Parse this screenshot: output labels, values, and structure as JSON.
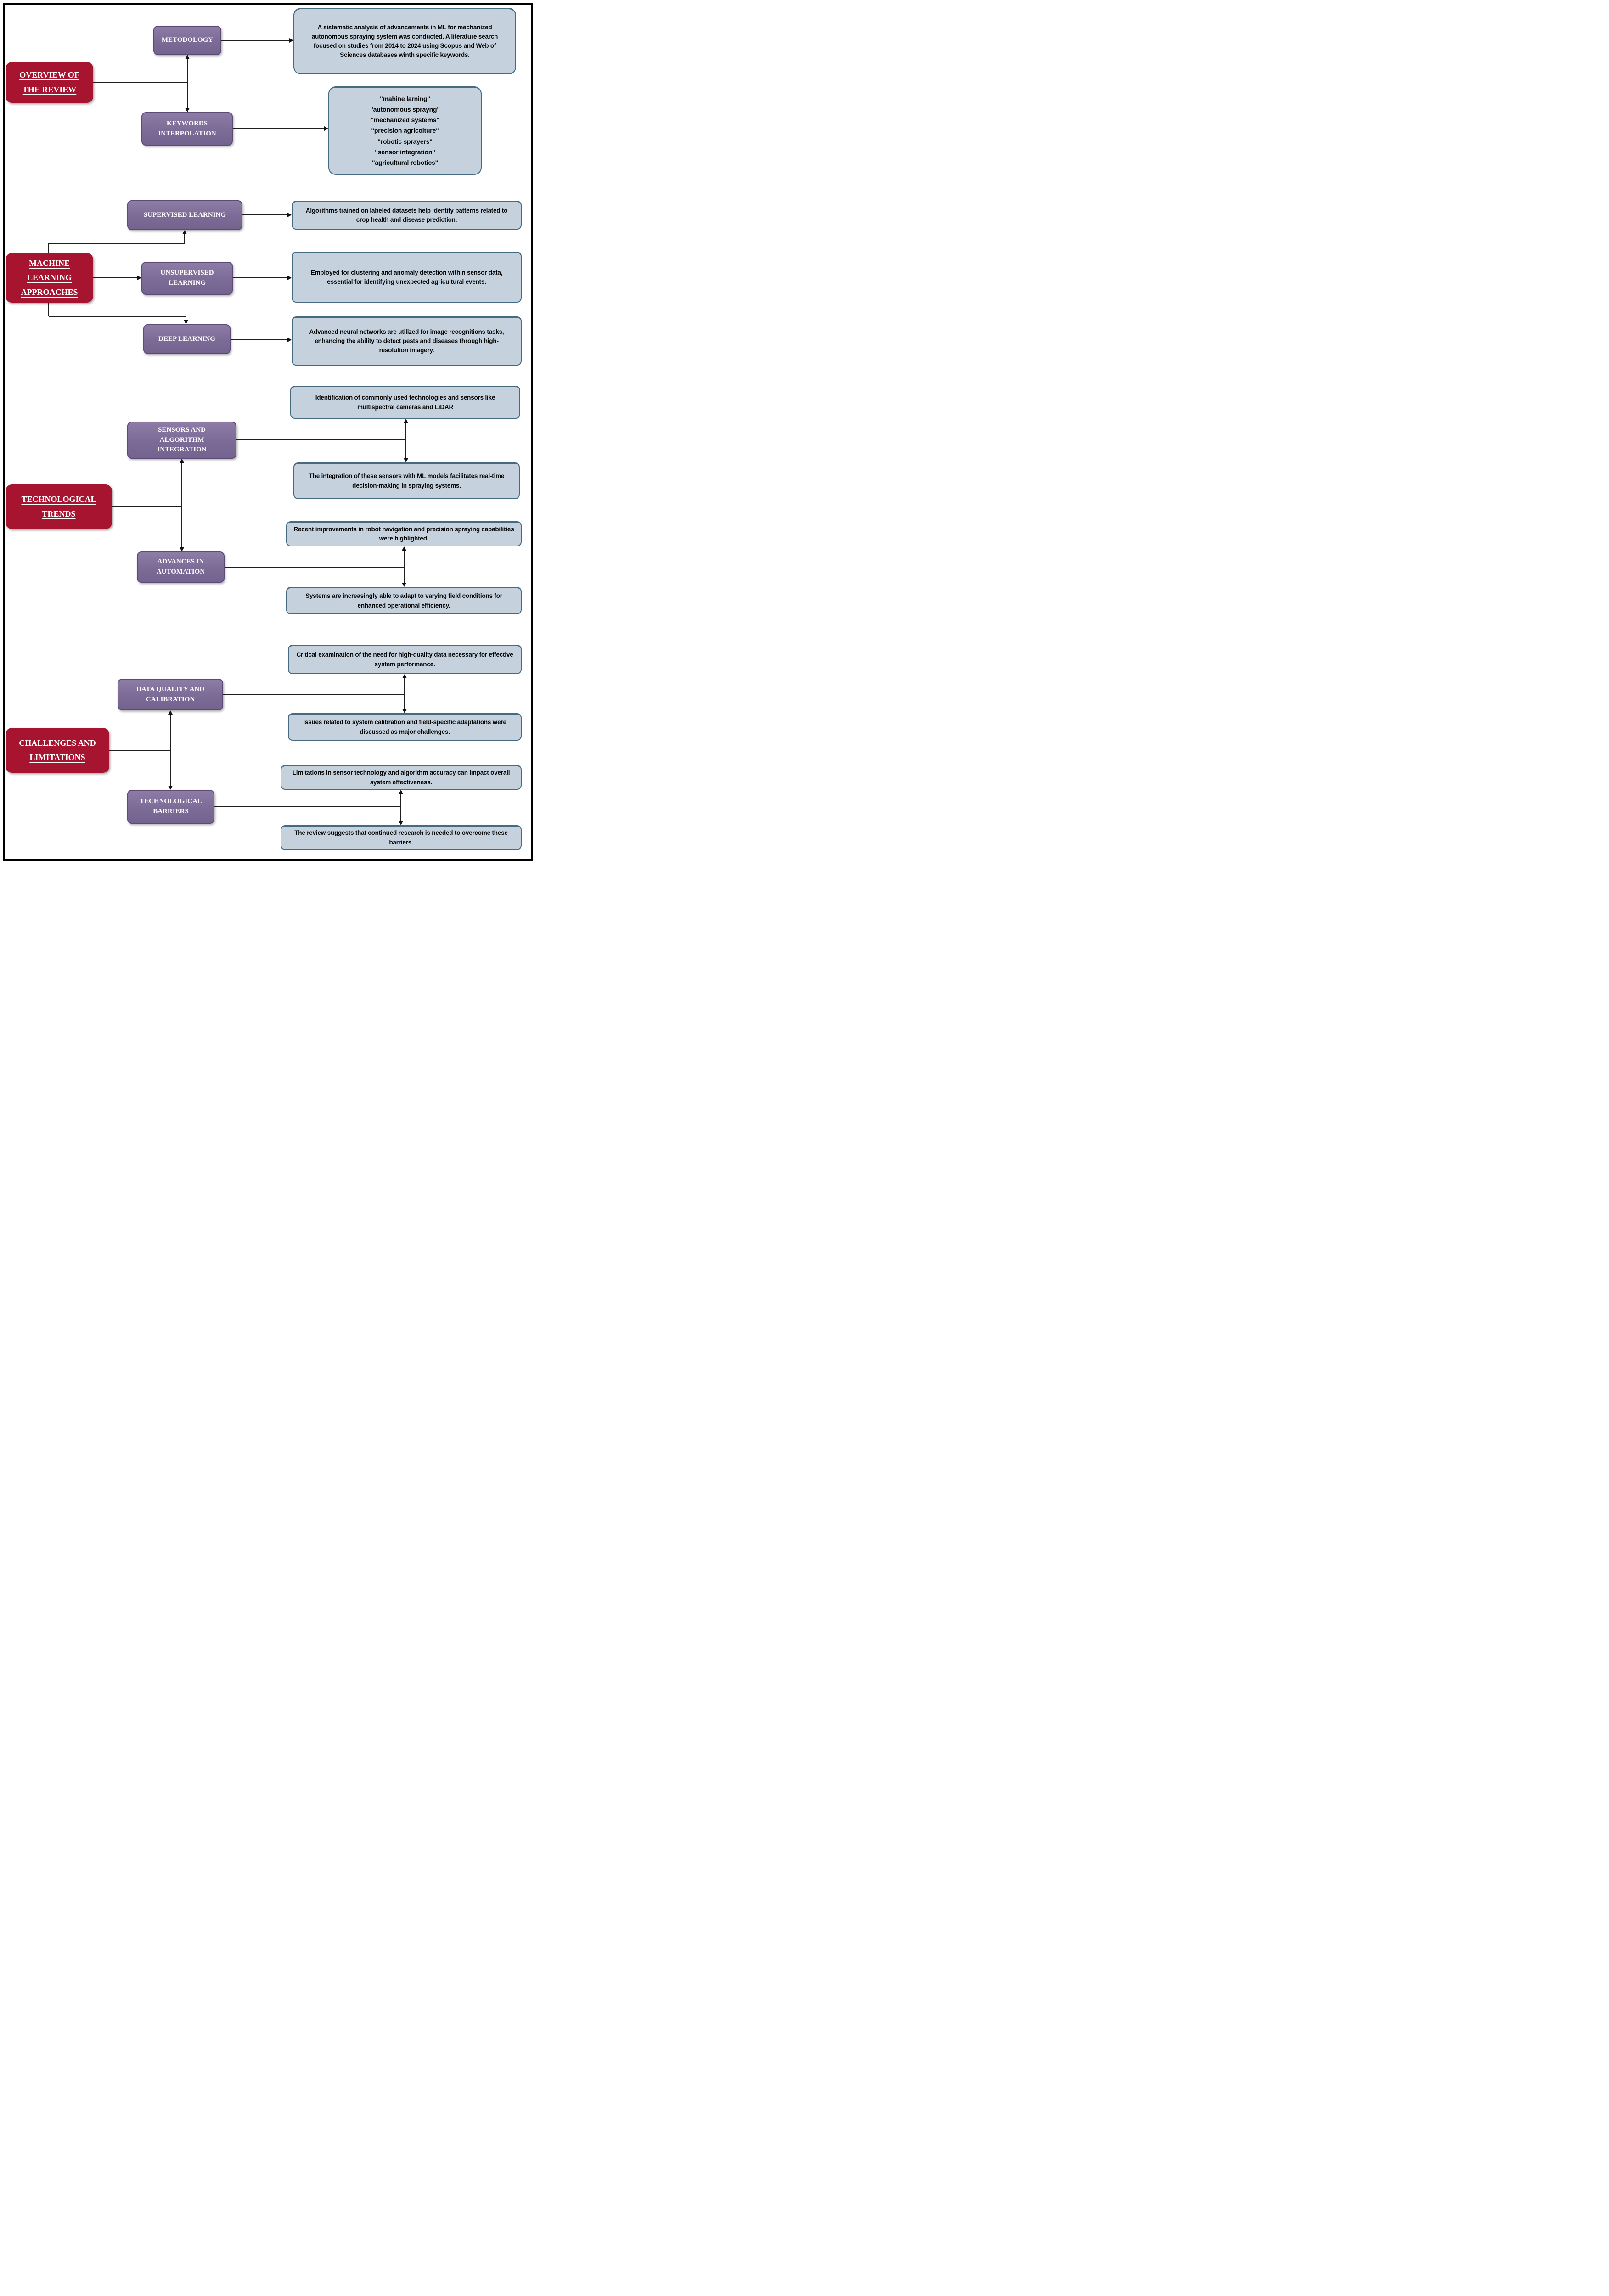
{
  "colors": {
    "section_bg": "#a61430",
    "topic_bg": "#7c6b96",
    "note_bg": "#c5d2de",
    "note_border": "#456a82",
    "line": "#1f1f1f",
    "text_on_dark": "#ffffff",
    "text_on_note": "#050505"
  },
  "sections": [
    {
      "label": "OVERVIEW OF THE REVIEW",
      "topics": [
        {
          "label": "METODOLOGY",
          "notes": [
            "A sistematic analysis of advancements in ML for mechanized autonomous spraying system was conducted. A literature search focused on studies from 2014 to 2024 using Scopus and Web of Sciences databases winth specific keywords."
          ]
        },
        {
          "label": "KEYWORDS INTERPOLATION",
          "notes": [
            "\"mahine larning\"\n\"autonomous sprayng\"\n\"mechanized systems\"\n\"precision agricolture\"\n\"robotic sprayers\"\n\"sensor integration\"\n\"agricultural robotics\""
          ]
        }
      ]
    },
    {
      "label": "MACHINE LEARNING APPROACHES",
      "topics": [
        {
          "label": "SUPERVISED LEARNING",
          "notes": [
            "Algorithms trained on labeled datasets help identify patterns related to crop health and disease prediction."
          ]
        },
        {
          "label": "UNSUPERVISED LEARNING",
          "notes": [
            "Employed for clustering and anomaly detection within sensor data, essential for identifying unexpected agricultural events."
          ]
        },
        {
          "label": "DEEP LEARNING",
          "notes": [
            "Advanced neural networks are utilized for image recognitions tasks, enhancing the ability to detect pests and diseases through high-resolution imagery."
          ]
        }
      ]
    },
    {
      "label": "TECHNOLOGICAL TRENDS",
      "topics": [
        {
          "label": "SENSORS AND ALGORITHM INTEGRATION",
          "notes": [
            "Identification of commonly used technologies and sensors like multispectral cameras and LiDAR",
            "The integration of these sensors with ML models facilitates real-time decision-making in spraying systems."
          ]
        },
        {
          "label": "ADVANCES IN AUTOMATION",
          "notes": [
            "Recent improvements in robot navigation and precision spraying capabilities were highlighted.",
            "Systems are increasingly able to adapt to varying field conditions for enhanced operational efficiency."
          ]
        }
      ]
    },
    {
      "label": "CHALLENGES AND LIMITATIONS",
      "topics": [
        {
          "label": "DATA QUALITY AND CALIBRATION",
          "notes": [
            "Critical examination of the need for high-quality data necessary for effective system performance.",
            "Issues related to system calibration and field-specific adaptations were discussed as major challenges."
          ]
        },
        {
          "label": "TECHNOLOGICAL BARRIERS",
          "notes": [
            "Limitations in sensor technology and algorithm accuracy can impact overall system effectiveness.",
            "The review suggests that continued research is needed to overcome these barriers."
          ]
        }
      ]
    }
  ]
}
